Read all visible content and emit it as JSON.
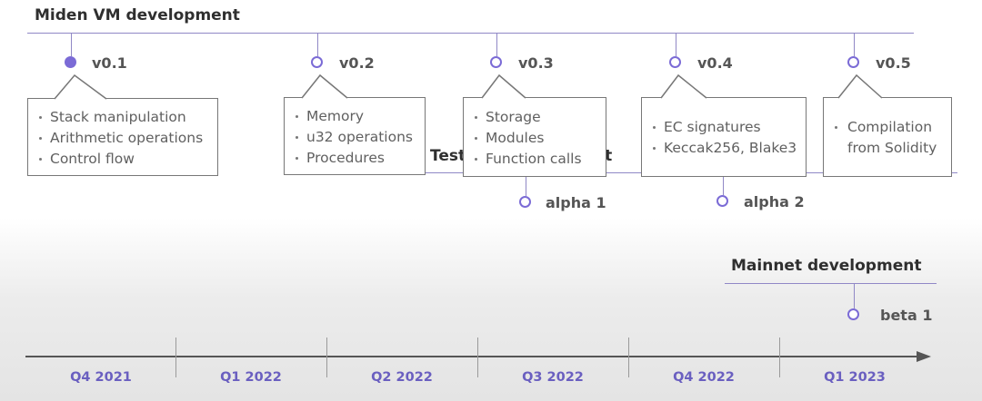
{
  "vm_track": {
    "title": "Miden VM development",
    "versions": [
      {
        "label": "v0.1",
        "filled": true,
        "items": [
          "Stack manipulation",
          "Arithmetic operations",
          "Control flow"
        ]
      },
      {
        "label": "v0.2",
        "filled": false,
        "items": [
          "Memory",
          "u32 operations",
          "Procedures"
        ]
      },
      {
        "label": "v0.3",
        "filled": false,
        "items": [
          "Storage",
          "Modules",
          "Function calls"
        ]
      },
      {
        "label": "v0.4",
        "filled": false,
        "items": [
          "EC signatures",
          "Keccak256, Blake3"
        ]
      },
      {
        "label": "v0.5",
        "filled": false,
        "items": [
          "Compilation",
          "from Solidity"
        ]
      }
    ]
  },
  "testnet_track": {
    "title_visible": "Test",
    "title_visible_tail": "nt",
    "milestones": [
      {
        "label": "alpha 1"
      },
      {
        "label": "alpha 2"
      }
    ]
  },
  "mainnet_track": {
    "title": "Mainnet development",
    "milestones": [
      {
        "label": "beta 1"
      }
    ]
  },
  "timeline": {
    "quarters": [
      "Q4 2021",
      "Q1 2022",
      "Q2 2022",
      "Q3 2022",
      "Q4 2022",
      "Q1 2023"
    ]
  },
  "colors": {
    "accent": "#7b6bd6",
    "track_line": "#9088c6",
    "axis_label": "#6a5fc0",
    "box_border": "#777777"
  }
}
